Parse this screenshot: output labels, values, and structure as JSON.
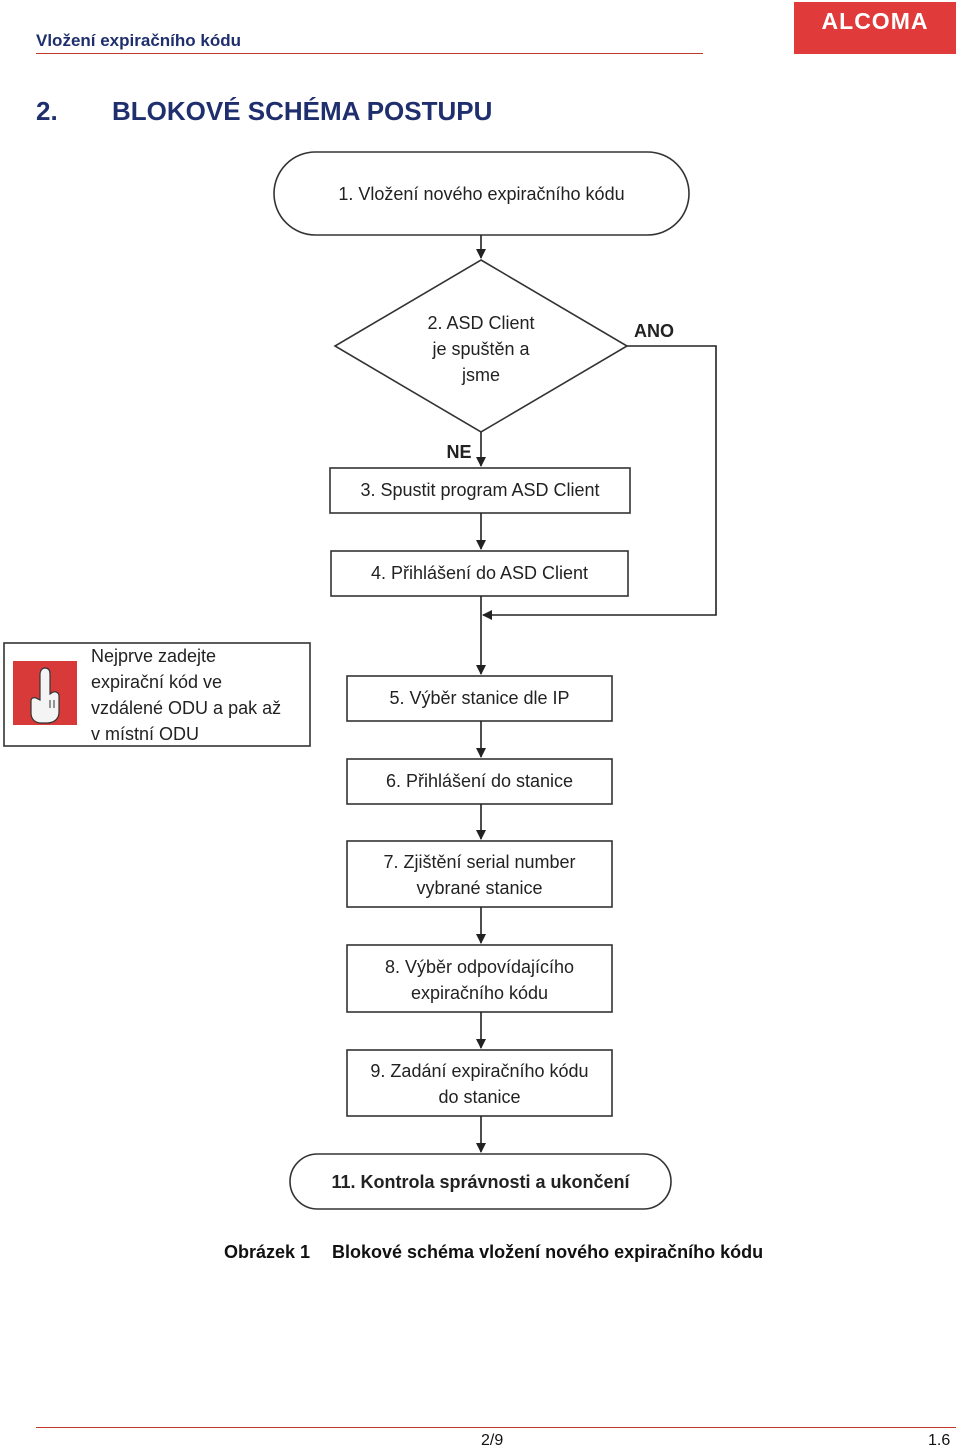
{
  "header": {
    "title": "Vložení expiračního kódu",
    "logo": "ALCOMA"
  },
  "section": {
    "number": "2.",
    "title": "BLOKOVÉ SCHÉMA POSTUPU"
  },
  "flow": {
    "start": "1. Vložení nového expiračního kódu",
    "decision": [
      "2. ASD Client",
      "je spuštěn a",
      "jsme"
    ],
    "yes_label": "ANO",
    "no_label": "NE",
    "step3": "3. Spustit program ASD Client",
    "step4": "4. Přihlášení do ASD Client",
    "step5": "5. Výběr stanice dle IP",
    "step6": "6. Přihlášení do stanice",
    "step7": [
      "7. Zjištění serial number",
      "vybrané stanice"
    ],
    "step8": [
      "8. Výběr odpovídajícího",
      "expiračního kódu"
    ],
    "step9": [
      "9. Zadání expiračního kódu",
      "do stanice"
    ],
    "end": "11. Kontrola správnosti a ukončení"
  },
  "note": {
    "icon": "pointing-hand-icon",
    "lines": [
      "Nejprve zadejte",
      "expirační kód ve",
      "vzdálené ODU a pak až",
      "v místní ODU"
    ]
  },
  "caption": {
    "label": "Obrázek 1",
    "text": "Blokové schéma vložení nového expiračního kódu"
  },
  "footer": {
    "page": "2/9",
    "version": "1.6"
  },
  "colors": {
    "accent": "#e03a3a",
    "heading": "#1f2f6e",
    "rule": "#c0392b"
  }
}
